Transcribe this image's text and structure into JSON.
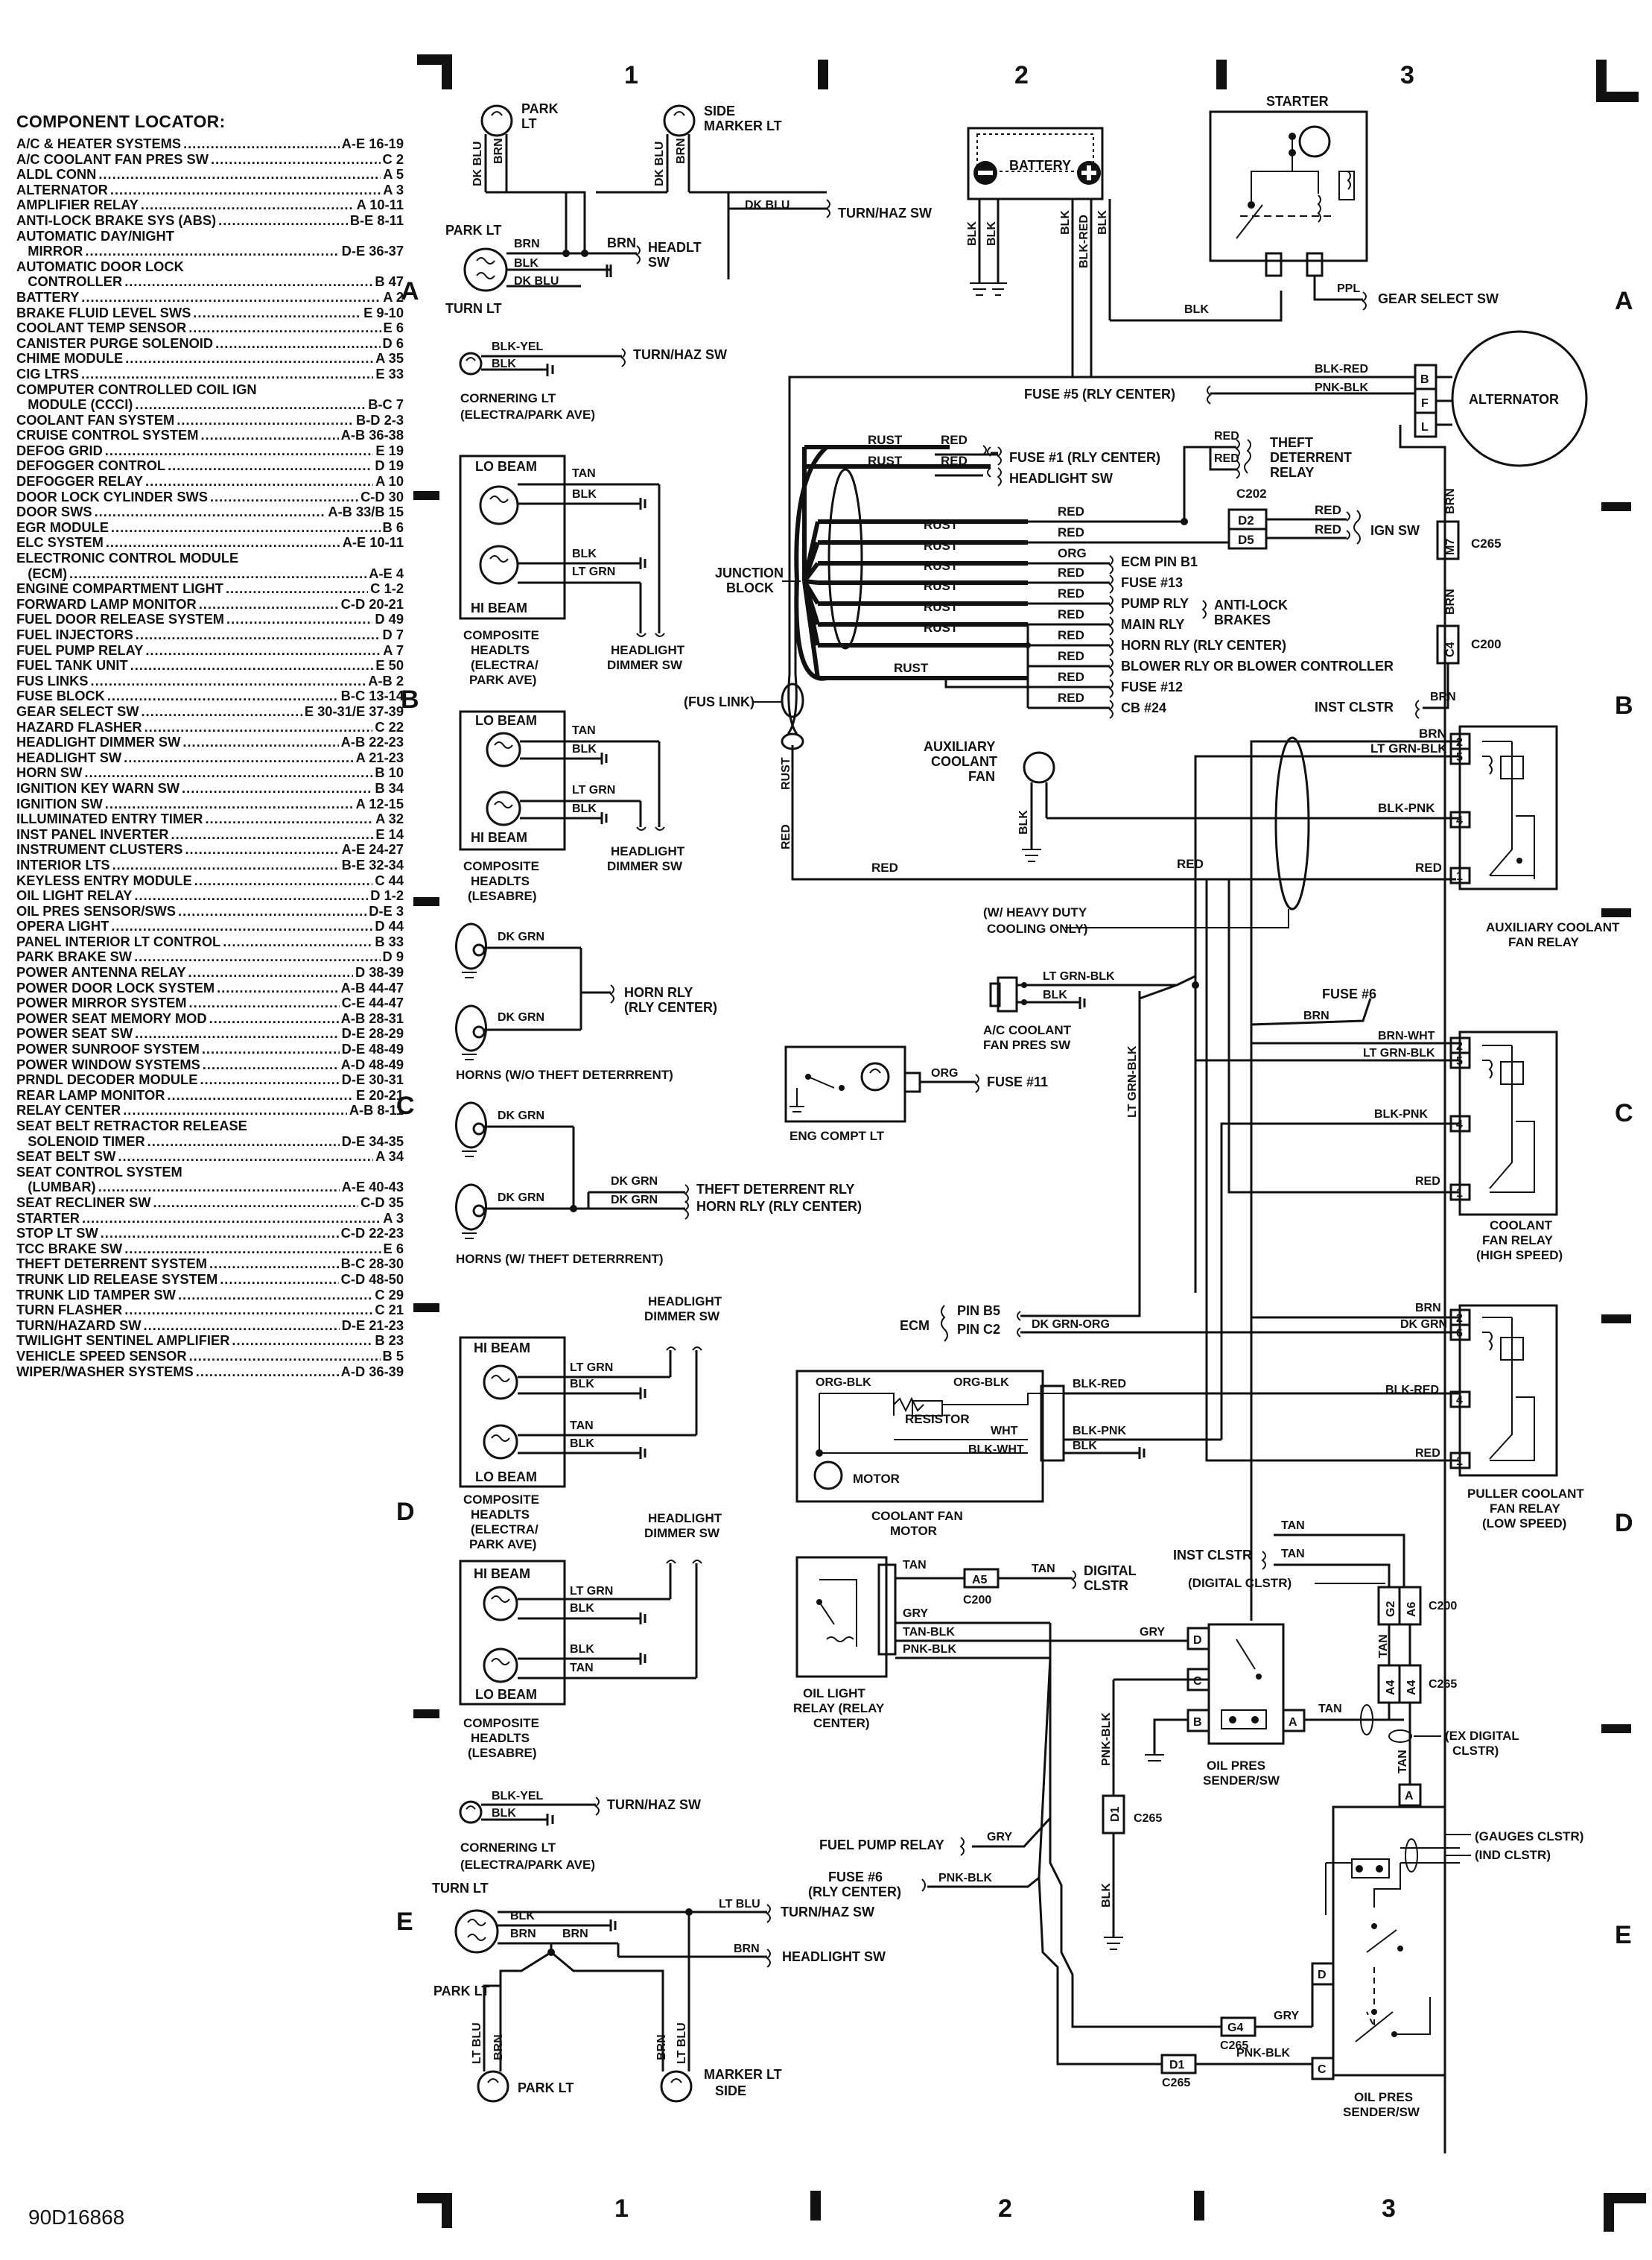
{
  "locator": {
    "title": "COMPONENT LOCATOR:",
    "items": [
      {
        "name": "A/C & HEATER SYSTEMS",
        "code": "A-E 16-19"
      },
      {
        "name": "A/C COOLANT FAN PRES SW",
        "code": "C 2"
      },
      {
        "name": "ALDL CONN",
        "code": "A 5"
      },
      {
        "name": "ALTERNATOR",
        "code": "A 3"
      },
      {
        "name": "AMPLIFIER RELAY",
        "code": "A 10-11"
      },
      {
        "name": "ANTI-LOCK BRAKE SYS (ABS)",
        "code": "B-E 8-11"
      },
      {
        "name": "AUTOMATIC DAY/NIGHT",
        "code": ""
      },
      {
        "name": "   MIRROR",
        "code": "D-E 36-37"
      },
      {
        "name": "AUTOMATIC DOOR LOCK",
        "code": ""
      },
      {
        "name": "   CONTROLLER",
        "code": "B 47"
      },
      {
        "name": "BATTERY",
        "code": "A 2"
      },
      {
        "name": "BRAKE FLUID LEVEL SWS",
        "code": "E 9-10"
      },
      {
        "name": "COOLANT TEMP SENSOR",
        "code": "E 6"
      },
      {
        "name": "CANISTER PURGE SOLENOID",
        "code": "D 6"
      },
      {
        "name": "CHIME MODULE",
        "code": "A 35"
      },
      {
        "name": "CIG LTRS",
        "code": "E 33"
      },
      {
        "name": "COMPUTER CONTROLLED COIL IGN",
        "code": ""
      },
      {
        "name": "   MODULE (CCCI)",
        "code": "B-C 7"
      },
      {
        "name": "COOLANT FAN SYSTEM",
        "code": "B-D 2-3"
      },
      {
        "name": "CRUISE CONTROL SYSTEM",
        "code": "A-B 36-38"
      },
      {
        "name": "DEFOG GRID",
        "code": "E 19"
      },
      {
        "name": "DEFOGGER CONTROL",
        "code": "D 19"
      },
      {
        "name": "DEFOGGER RELAY",
        "code": "A 10"
      },
      {
        "name": "DOOR LOCK CYLINDER SWS",
        "code": "C-D 30"
      },
      {
        "name": "DOOR SWS",
        "code": "A-B 33/B 15"
      },
      {
        "name": "EGR MODULE",
        "code": "B 6"
      },
      {
        "name": "ELC SYSTEM",
        "code": "A-E 10-11"
      },
      {
        "name": "ELECTRONIC CONTROL MODULE",
        "code": ""
      },
      {
        "name": "   (ECM)",
        "code": "A-E 4"
      },
      {
        "name": "ENGINE COMPARTMENT LIGHT",
        "code": "C 1-2"
      },
      {
        "name": "FORWARD LAMP MONITOR",
        "code": "C-D 20-21"
      },
      {
        "name": "FUEL DOOR RELEASE SYSTEM",
        "code": "D 49"
      },
      {
        "name": "FUEL INJECTORS",
        "code": "D 7"
      },
      {
        "name": "FUEL PUMP RELAY",
        "code": "A 7"
      },
      {
        "name": "FUEL TANK UNIT",
        "code": "E 50"
      },
      {
        "name": "FUS LINKS",
        "code": "A-B 2"
      },
      {
        "name": "FUSE BLOCK",
        "code": "B-C 13-14"
      },
      {
        "name": "GEAR SELECT SW",
        "code": "E 30-31/E 37-39"
      },
      {
        "name": "HAZARD FLASHER",
        "code": "C 22"
      },
      {
        "name": "HEADLIGHT DIMMER SW",
        "code": "A-B 22-23"
      },
      {
        "name": "HEADLIGHT SW",
        "code": "A 21-23"
      },
      {
        "name": "HORN SW",
        "code": "B 10"
      },
      {
        "name": "IGNITION KEY WARN SW",
        "code": "B 34"
      },
      {
        "name": "IGNITION SW",
        "code": "A 12-15"
      },
      {
        "name": "ILLUMINATED ENTRY TIMER",
        "code": "A 32"
      },
      {
        "name": "INST PANEL INVERTER",
        "code": "E 14"
      },
      {
        "name": "INSTRUMENT CLUSTERS",
        "code": "A-E 24-27"
      },
      {
        "name": "INTERIOR LTS",
        "code": "B-E 32-34"
      },
      {
        "name": "KEYLESS ENTRY MODULE",
        "code": "C 44"
      },
      {
        "name": "OIL LIGHT RELAY",
        "code": "D 1-2"
      },
      {
        "name": "OIL PRES SENSOR/SWS",
        "code": "D-E 3"
      },
      {
        "name": "OPERA LIGHT",
        "code": "D 44"
      },
      {
        "name": "PANEL INTERIOR LT CONTROL",
        "code": "B 33"
      },
      {
        "name": "PARK BRAKE SW",
        "code": "D 9"
      },
      {
        "name": "POWER ANTENNA RELAY",
        "code": "D 38-39"
      },
      {
        "name": "POWER DOOR LOCK SYSTEM",
        "code": "A-B 44-47"
      },
      {
        "name": "POWER MIRROR SYSTEM",
        "code": "C-E 44-47"
      },
      {
        "name": "POWER SEAT MEMORY MOD",
        "code": "A-B 28-31"
      },
      {
        "name": "POWER SEAT SW",
        "code": "D-E 28-29"
      },
      {
        "name": "POWER SUNROOF SYSTEM",
        "code": "D-E 48-49"
      },
      {
        "name": "POWER WINDOW SYSTEMS",
        "code": "A-D 48-49"
      },
      {
        "name": "PRNDL DECODER MODULE",
        "code": "D-E 30-31"
      },
      {
        "name": "REAR LAMP MONITOR",
        "code": "E 20-21"
      },
      {
        "name": "RELAY CENTER",
        "code": "A-B 8-11"
      },
      {
        "name": "SEAT BELT RETRACTOR RELEASE",
        "code": ""
      },
      {
        "name": "   SOLENOID TIMER",
        "code": "D-E 34-35"
      },
      {
        "name": "SEAT BELT SW",
        "code": "A 34"
      },
      {
        "name": "SEAT CONTROL SYSTEM",
        "code": ""
      },
      {
        "name": "   (LUMBAR)",
        "code": "A-E 40-43"
      },
      {
        "name": "SEAT RECLINER SW",
        "code": "C-D 35"
      },
      {
        "name": "STARTER",
        "code": "A 3"
      },
      {
        "name": "STOP LT SW",
        "code": "C-D 22-23"
      },
      {
        "name": "TCC BRAKE SW",
        "code": "E 6"
      },
      {
        "name": "THEFT DETERRENT SYSTEM",
        "code": "B-C 28-30"
      },
      {
        "name": "TRUNK LID RELEASE SYSTEM",
        "code": "C-D 48-50"
      },
      {
        "name": "TRUNK LID TAMPER SW",
        "code": "C 29"
      },
      {
        "name": "TURN FLASHER",
        "code": "C 21"
      },
      {
        "name": "TURN/HAZARD SW",
        "code": "D-E 21-23"
      },
      {
        "name": "TWILIGHT SENTINEL AMPLIFIER",
        "code": "B 23"
      },
      {
        "name": "VEHICLE SPEED SENSOR",
        "code": "B 5"
      },
      {
        "name": "WIPER/WASHER SYSTEMS",
        "code": "A-D 36-39"
      }
    ]
  },
  "grid": {
    "cols": [
      "1",
      "2",
      "3"
    ],
    "rows": [
      "A",
      "B",
      "C",
      "D",
      "E"
    ]
  },
  "figure_id": "90D16868",
  "labels": {
    "park_lt": "PARK LT",
    "side_marker_lt": "SIDE MARKER LT",
    "turn_lt": "TURN LT",
    "headlt_sw": "HEADLT SW",
    "turn_haz_sw": "TURN/HAZ SW",
    "cornering_lt": "CORNERING LT",
    "electra_park_ave": "(ELECTRA/PARK AVE)",
    "lo_beam": "LO BEAM",
    "hi_beam": "HI BEAM",
    "composite_headlts": "COMPOSITE HEADLTS",
    "electra": "(ELECTRA/",
    "park_ave": "PARK AVE)",
    "lesabre": "(LESABRE)",
    "headlight_dimmer_sw": "HEADLIGHT DIMMER SW",
    "horn_rly": "HORN RLY (RLY CENTER)",
    "horns_wo": "HORNS (W/O THEFT DETERRRENT)",
    "horns_w": "HORNS (W/ THEFT DETERRRENT)",
    "theft_deterrent_rly": "THEFT DETERRENT RLY",
    "battery": "BATTERY",
    "starter": "STARTER",
    "gear_select_sw": "GEAR SELECT SW",
    "alternator": "ALTERNATOR",
    "fuse5": "FUSE #5 (RLY CENTER)",
    "theft_relay": "THEFT DETERRENT RELAY",
    "fuse1": "FUSE #1 (RLY CENTER)",
    "headlight_sw": "HEADLIGHT SW",
    "ign_sw": "IGN SW",
    "junction_block": "JUNCTION BLOCK",
    "ecm_pin_b1": "ECM PIN B1",
    "fuse13": "FUSE #13",
    "pump_rly": "PUMP RLY",
    "main_rly": "MAIN RLY",
    "anti_lock_brakes": "ANTI-LOCK BRAKES",
    "horn_rly_center": "HORN RLY (RLY CENTER)",
    "blower_rly": "BLOWER RLY OR BLOWER CONTROLLER",
    "fuse12": "FUSE #12",
    "cb24": "CB #24",
    "inst_clstr": "INST CLSTR",
    "fus_link": "(FUS LINK)",
    "aux_coolant_fan": "AUXILIARY COOLANT FAN",
    "heavy_duty": "(W/ HEAVY DUTY COOLING ONLY)",
    "aux_relay": "AUXILIARY COOLANT FAN RELAY",
    "ac_pres_sw": "A/C COOLANT FAN PRES SW",
    "eng_compt_lt": "ENG COMPT LT",
    "fuse11": "FUSE #11",
    "fuse6": "FUSE #6",
    "coolant_relay_hs": "COOLANT FAN RELAY (HIGH SPEED)",
    "ecm": "ECM",
    "pin_b5": "PIN B5",
    "pin_c2": "PIN C2",
    "resistor": "RESISTOR",
    "motor": "MOTOR",
    "coolant_fan_motor": "COOLANT FAN MOTOR",
    "puller_relay": "PULLER COOLANT FAN RELAY (LOW SPEED)",
    "inst_clstr2": "INST CLSTR",
    "digital_clstr_p": "(DIGITAL CLSTR)",
    "digital_clstr": "DIGITAL CLSTR",
    "oil_light_relay": "OIL LIGHT RELAY (RELAY CENTER)",
    "oil_pres_sender": "OIL PRES SENDER/SW",
    "ex_digital": "(EX DIGITAL CLSTR)",
    "gauges_clstr": "(GAUGES CLSTR)",
    "ind_clstr": "(IND CLSTR)",
    "fuel_pump_relay": "FUEL PUMP RELAY",
    "fuse6_rly": "FUSE #6 (RLY CENTER)",
    "marker_lt_side": "MARKER LT SIDE"
  }
}
